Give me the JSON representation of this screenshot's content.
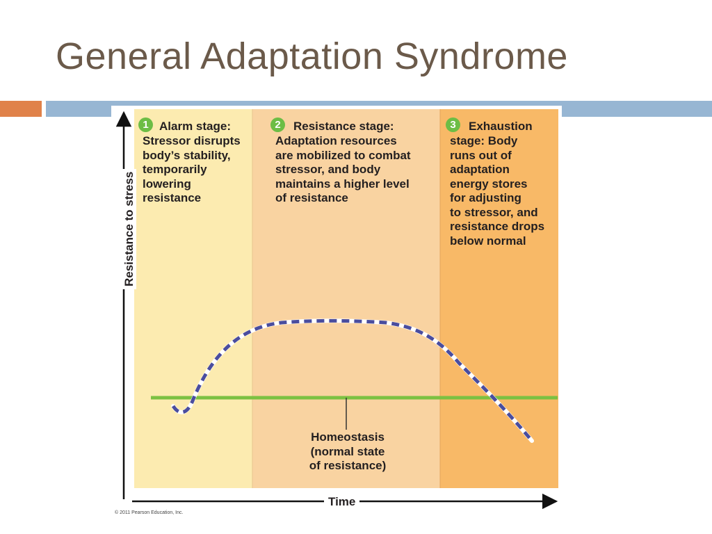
{
  "slide": {
    "title": "General Adaptation Syndrome"
  },
  "diagram": {
    "y_axis_label": "Resistance to stress",
    "x_axis_label": "Time",
    "homeostasis_label": "Homeostasis\n(normal state\nof resistance)",
    "copyright": "© 2011 Pearson Education, Inc.",
    "stages": [
      {
        "number": "1",
        "heading": "Alarm stage:",
        "description": "Stressor disrupts\nbody’s stability,\ntemporarily\nlowering\nresistance"
      },
      {
        "number": "2",
        "heading": "Resistance stage:",
        "description": "Adaptation resources\nare mobilized to combat\nstressor, and body\nmaintains a higher level\nof resistance"
      },
      {
        "number": "3",
        "heading": "Exhaustion",
        "description": "stage: Body\nruns out of\nadaptation\nenergy stores\nfor adjusting\nto stressor, and\nresistance drops\nbelow normal"
      }
    ],
    "colors": {
      "alarm_bg": "#fcebb0",
      "resistance_bg": "#f9d3a1",
      "exhaustion_bg": "#f8b967",
      "homeostasis_line": "#7cc142",
      "curve": "#4a4d9e",
      "badge": "#6dbd45",
      "title": "#6b5a4a",
      "accent_orange": "#e0824a",
      "accent_blue": "#97b6d3"
    }
  }
}
